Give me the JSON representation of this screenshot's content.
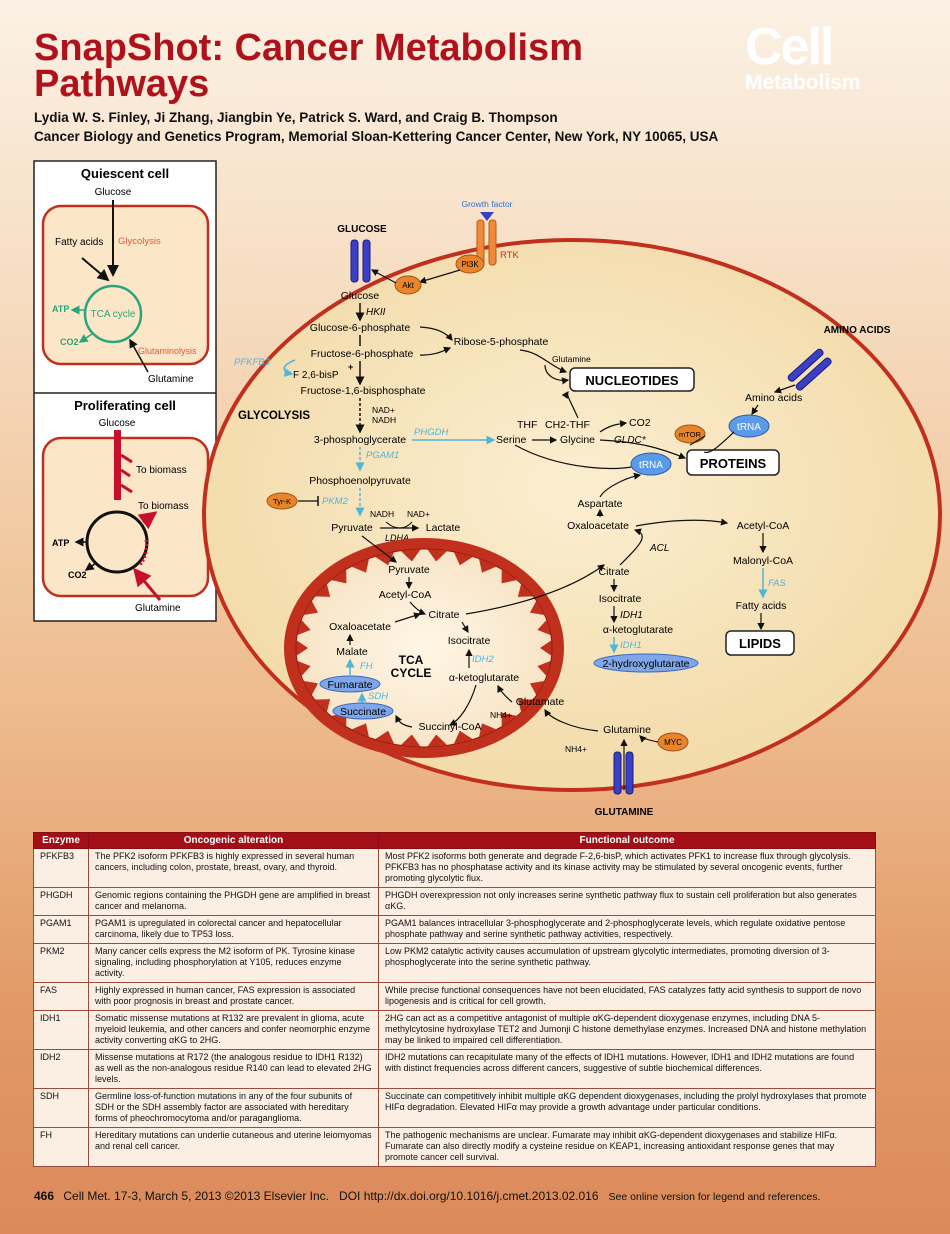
{
  "header": {
    "title_line1": "SnapShot: Cancer Metabolism",
    "title_line2": "Pathways",
    "logo_main": "Cell",
    "logo_sub": "Metabolism",
    "authors": "Lydia W. S. Finley, Ji Zhang, Jiangbin Ye, Patrick S. Ward, and Craig B. Thompson",
    "affiliation": "Cancer Biology and Genetics Program, Memorial Sloan-Kettering Cancer Center, New York, NY 10065, USA"
  },
  "colors": {
    "title_red": "#b0121c",
    "enzyme_blue": "#4fb6d8",
    "transporter_blue": "#3b3fc4",
    "mito_red": "#c0301c",
    "kinase_orange": "#e8852b",
    "tca_green": "#2aa57a"
  },
  "inset": {
    "quiescent": {
      "title": "Quiescent cell",
      "glucose": "Glucose",
      "fatty_acids": "Fatty acids",
      "glycolysis": "Glycolysis",
      "atp": "ATP",
      "tca": "TCA cycle",
      "co2": "CO2",
      "glutaminolysis": "Glutaminolysis",
      "glutamine": "Glutamine"
    },
    "proliferating": {
      "title": "Proliferating cell",
      "glucose": "Glucose",
      "to_biomass_1": "To biomass",
      "to_biomass_2": "To biomass",
      "atp": "ATP",
      "co2": "CO2",
      "glutamine": "Glutamine"
    }
  },
  "pathway": {
    "growth_factor": "Growth factor",
    "rtk": "RTK",
    "pi3k": "PI3K",
    "akt": "Akt",
    "glucose_in": "GLUCOSE",
    "glucose": "Glucose",
    "hkii": "HKII",
    "g6p": "Glucose-6-phosphate",
    "r5p": "Ribose-5-phosphate",
    "pfkfb3": "PFKFB3",
    "f6p": "Fructose-6-phosphate",
    "f26bp": "F 2,6-bisP",
    "f16bp": "Fructose-1,6-bisphosphate",
    "glycolysis": "GLYCOLYSIS",
    "nad": "NAD+",
    "nadh": "NADH",
    "3pg": "3-phosphoglycerate",
    "phgdh": "PHGDH",
    "pgam1": "PGAM1",
    "pep": "Phosphoenolpyruvate",
    "tyrk": "Tyr-K",
    "pkm2": "PKM2",
    "nadh2": "NADH",
    "nad2": "NAD+",
    "pyruvate": "Pyruvate",
    "lactate": "Lactate",
    "ldha": "LDHA",
    "glutamine_label": "Glutamine",
    "nucleotides": "NUCLEOTIDES",
    "thf": "THF",
    "ch2thf": "CH2-THF",
    "co2": "CO2",
    "serine": "Serine",
    "glycine": "Glycine",
    "gldc": "GLDC*",
    "amino_acids_in": "AMINO ACIDS",
    "amino_acids": "Amino acids",
    "mtor": "mTOR",
    "trna1": "tRNA",
    "trna2": "tRNA",
    "proteins": "PROTEINS",
    "aspartate": "Aspartate",
    "oxaloacetate_c": "Oxaloacetate",
    "acetylcoa_c": "Acetyl-CoA",
    "acl": "ACL",
    "malonylcoa": "Malonyl-CoA",
    "fas": "FAS",
    "fatty_acids": "Fatty acids",
    "lipids": "LIPIDS",
    "citrate_c": "Citrate",
    "isocitrate_c": "Isocitrate",
    "idh1": "IDH1",
    "akg_c": "α-ketoglutarate",
    "idh1_mut": "IDH1",
    "2hg": "2-hydroxyglutarate",
    "mito_pyruvate": "Pyruvate",
    "mito_acetylcoa": "Acetyl-CoA",
    "mito_citrate": "Citrate",
    "mito_oaa": "Oxaloacetate",
    "mito_isocitrate": "Isocitrate",
    "mito_malate": "Malate",
    "fh": "FH",
    "tca_line1": "TCA",
    "tca_line2": "CYCLE",
    "idh2": "IDH2",
    "fumarate": "Fumarate",
    "mito_akg": "α-ketoglutarate",
    "sdh": "SDH",
    "succinate": "Succinate",
    "succinylcoa": "Succinyl-CoA",
    "glutamate": "Glutamate",
    "nh4_1": "NH4+",
    "glutamine_c": "Glutamine",
    "nh4_2": "NH4+",
    "myc": "MYC",
    "glutamine_in": "GLUTAMINE"
  },
  "table": {
    "headers": [
      "Enzyme",
      "Oncogenic alteration",
      "Functional outcome"
    ],
    "rows": [
      {
        "enzyme": "PFKFB3",
        "alteration": "The PFK2 isoform PFKFB3 is highly expressed in several human cancers, including colon, prostate, breast, ovary, and thyroid.",
        "outcome": "Most PFK2 isoforms both generate and degrade F-2,6-bisP, which activates PFK1 to increase flux through glycolysis. PFKFB3 has no phosphatase activity and its kinase activity may be stimulated by several oncogenic events, further promoting glycolytic flux."
      },
      {
        "enzyme": "PHGDH",
        "alteration": "Genomic regions containing the PHGDH gene are amplified in breast cancer and melanoma.",
        "outcome": "PHGDH overexpression not only increases serine synthetic pathway flux to sustain cell proliferation but also generates αKG."
      },
      {
        "enzyme": "PGAM1",
        "alteration": "PGAM1 is upregulated in colorectal cancer and hepatocellular carcinoma, likely due to TP53 loss.",
        "outcome": "PGAM1 balances intracellular 3-phosphoglycerate and 2-phosphoglycerate levels, which regulate oxidative pentose phosphate pathway and serine synthetic pathway activities, respectively."
      },
      {
        "enzyme": "PKM2",
        "alteration": "Many cancer cells express the M2 isoform of PK. Tyrosine kinase signaling, including phosphorylation at Y105, reduces enzyme activity.",
        "outcome": "Low PKM2 catalytic activity causes accumulation of upstream glycolytic intermediates, promoting diversion of 3-phosphoglycerate into the serine synthetic pathway."
      },
      {
        "enzyme": "FAS",
        "alteration": "Highly expressed in human cancer, FAS expression is associated with poor prognosis in breast and prostate cancer.",
        "outcome": "While precise functional consequences have not been elucidated, FAS catalyzes fatty acid synthesis to support de novo lipogenesis and is critical for cell growth."
      },
      {
        "enzyme": "IDH1",
        "alteration": "Somatic missense mutations at R132 are prevalent in glioma, acute myeloid leukemia, and other cancers and confer neomorphic enzyme activity converting αKG to 2HG.",
        "outcome": "2HG can act as a competitive antagonist of multiple αKG-dependent dioxygenase enzymes, including DNA 5-methylcytosine hydroxylase TET2 and Jumonji C histone demethylase enzymes. Increased DNA and histone methylation may be linked to impaired cell differentiation."
      },
      {
        "enzyme": "IDH2",
        "alteration": "Missense mutations at R172 (the analogous residue to IDH1 R132) as well as the non-analogous residue R140 can lead to elevated 2HG levels.",
        "outcome": "IDH2 mutations can recapitulate many of the effects of IDH1 mutations. However, IDH1 and IDH2 mutations are found with distinct frequencies across different cancers, suggestive of subtle biochemical differences."
      },
      {
        "enzyme": "SDH",
        "alteration": "Germline loss-of-function mutations in any of the four subunits of SDH or the SDH assembly factor are associated with hereditary forms of pheochromocytoma and/or paraganglioma.",
        "outcome": "Succinate can competitively inhibit multiple αKG dependent dioxygenases, including the prolyl hydroxylases that promote HIFα degradation. Elevated HIFα may provide a growth advantage under particular conditions."
      },
      {
        "enzyme": "FH",
        "alteration": "Hereditary mutations can underlie cutaneous and uterine leiomyomas and renal cell cancer.",
        "outcome": "The pathogenic mechanisms are unclear. Fumarate may inhibit αKG-dependent dioxygenases and stabilize HIFα. Fumarate can also directly modify a cysteine residue on KEAP1, increasing antioxidant response genes that may promote cancer cell survival."
      }
    ]
  },
  "footer": {
    "page": "466",
    "citation": "Cell Met. 17-3, March 5, 2013 ©2013 Elsevier Inc.",
    "doi": "DOI http://dx.doi.org/10.1016/j.cmet.2013.02.016",
    "see_online": "See online version for legend and references."
  }
}
